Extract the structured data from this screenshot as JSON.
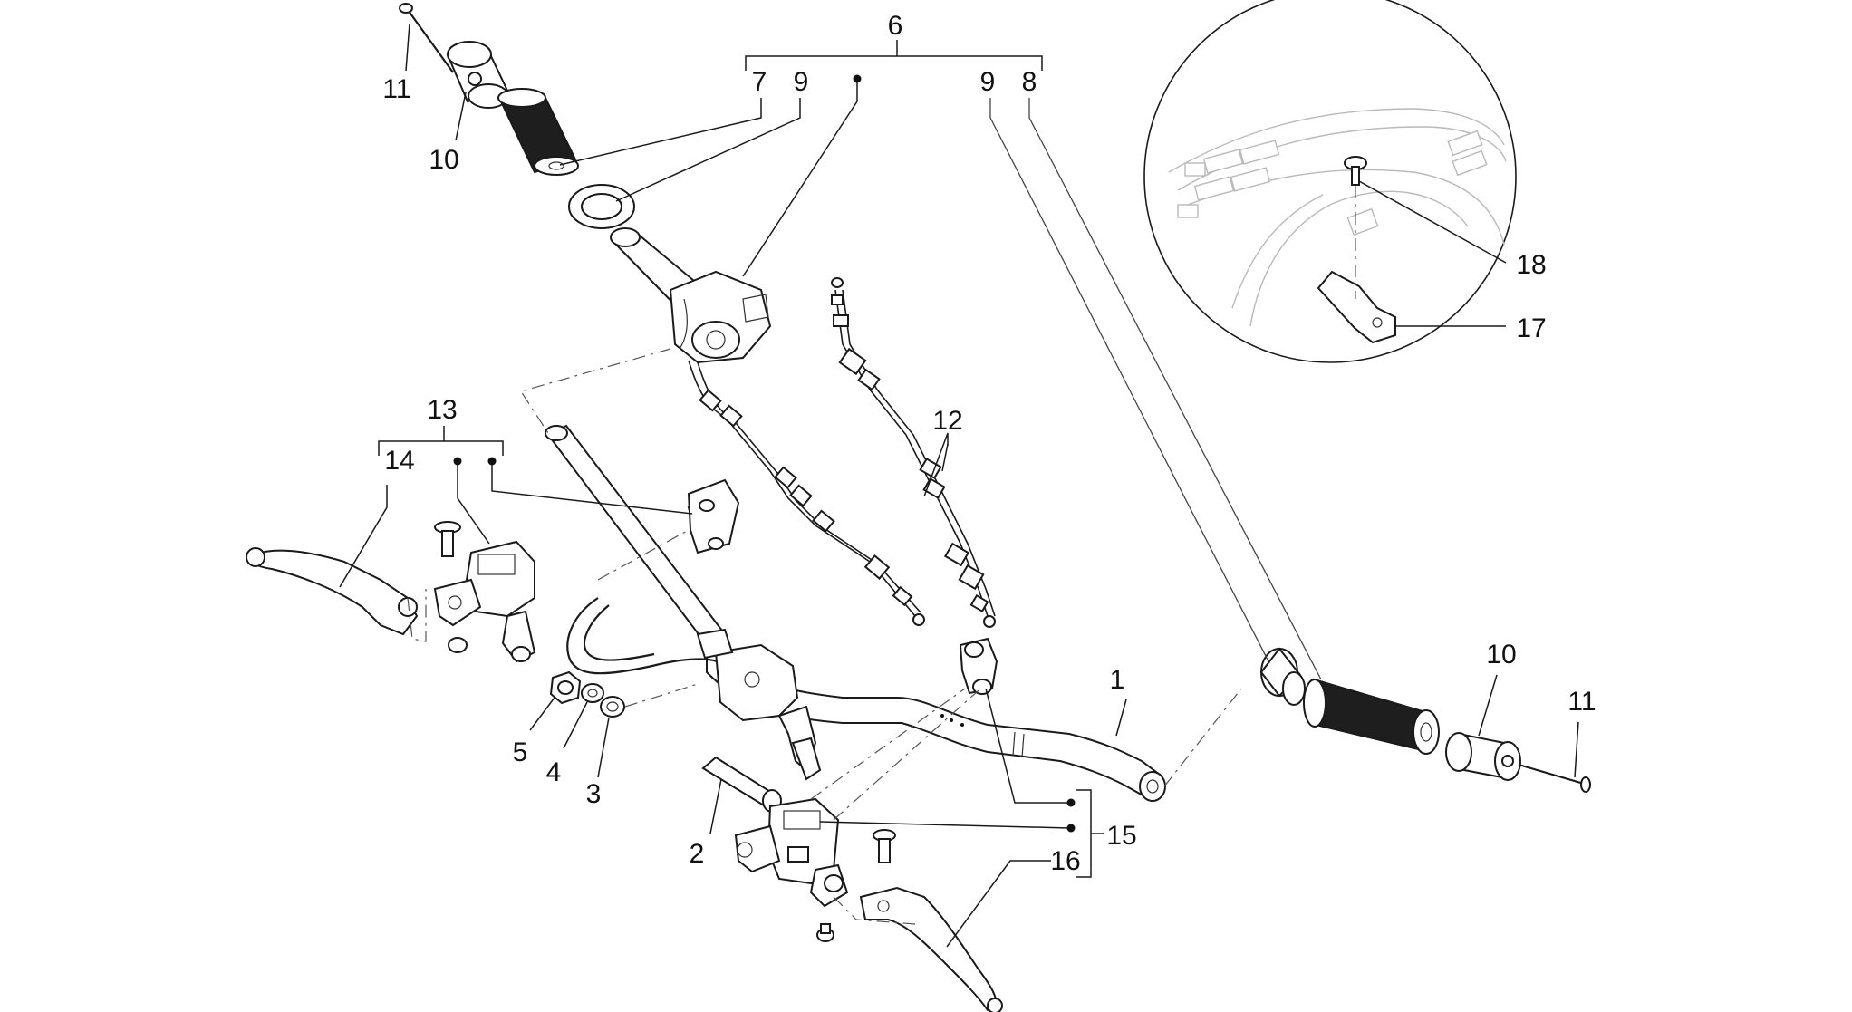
{
  "labels": {
    "p1": "1",
    "p2": "2",
    "p3": "3",
    "p4": "4",
    "p5": "5",
    "p6": "6",
    "p7": "7",
    "p8": "8",
    "p9a": "9",
    "p9b": "9",
    "p10a": "10",
    "p10b": "10",
    "p11a": "11",
    "p11b": "11",
    "p12": "12",
    "p13": "13",
    "p14": "14",
    "p15": "15",
    "p16": "16",
    "p17": "17",
    "p18": "18"
  }
}
